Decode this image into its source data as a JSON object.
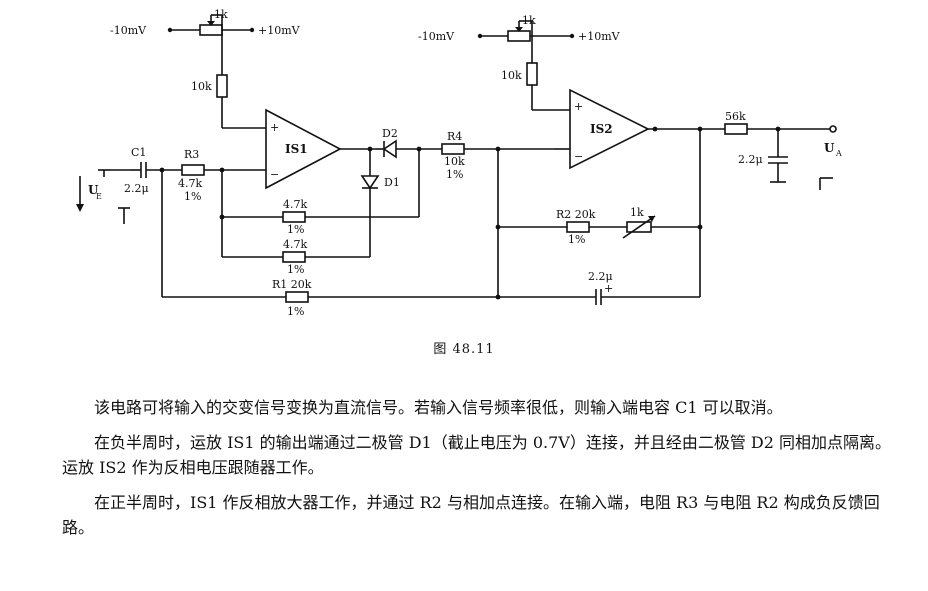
{
  "diagram": {
    "pot1": {
      "left": "-10mV",
      "right": "+10mV",
      "value": "1k"
    },
    "pot2": {
      "left": "-10mV",
      "right": "+10mV",
      "value": "1k"
    },
    "r_bias1": "10k",
    "r_bias2": "10k",
    "c1": "C1",
    "c1_value": "2.2μ",
    "r3": "R3",
    "r3_value": "4.7k",
    "r3_tol": "1%",
    "is1": "IS1",
    "is2": "IS2",
    "d1": "D1",
    "d2": "D2",
    "r4": "R4",
    "r4_value": "10k",
    "r4_tol": "1%",
    "rf_a": "4.7k",
    "rf_a_tol": "1%",
    "rf_b": "4.7k",
    "rf_b_tol": "1%",
    "r2": "R2 20k",
    "r2_tol": "1%",
    "r2_pot": "1k",
    "r1": "R1 20k",
    "r1_tol": "1%",
    "c_fb": "2.2μ",
    "r_out": "56k",
    "c_out": "2.2μ",
    "input_label": "U",
    "input_sub": "E",
    "output_label": "U",
    "output_sub": "A"
  },
  "caption": "图 48.11",
  "paragraphs": [
    "该电路可将输入的交变信号变换为直流信号。若输入信号频率很低，则输入端电容 C1 可以取消。",
    "在负半周时，运放 IS1 的输出端通过二极管 D1（截止电压为 0.7V）连接，并且经由二极管 D2 同相加点隔离。运放 IS2 作为反相电压跟随器工作。",
    "在正半周时，IS1 作反相放大器工作，并通过 R2 与相加点连接。在输入端，电阻 R3 与电阻 R2 构成负反馈回路。"
  ]
}
